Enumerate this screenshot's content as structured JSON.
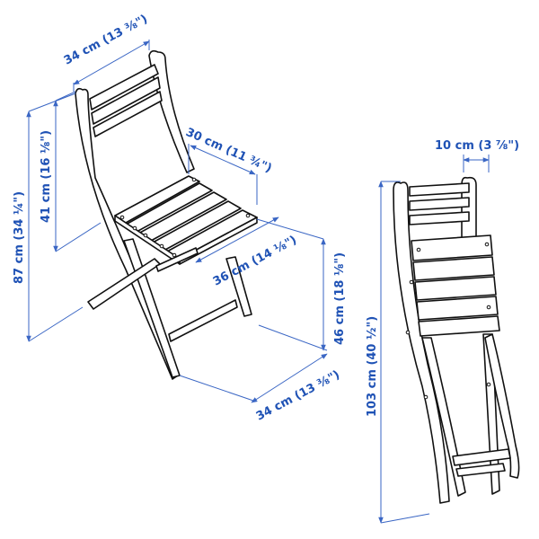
{
  "diagram": {
    "type": "product-dimension-drawing",
    "accent_color": "#1f52b5",
    "line_color": "#111111",
    "views": [
      {
        "name": "unfolded-chair",
        "dimensions": {
          "back_width": "34 cm (13 ⅜\")",
          "seat_width": "30 cm (11 ¾\")",
          "total_height": "87 cm (34 ¼\")",
          "backrest_height": "41 cm (16 ⅛\")",
          "seat_depth": "36 cm (14 ⅛\")",
          "seat_height": "46 cm (18 ⅛\")",
          "base_width": "34 cm (13 ⅜\")"
        }
      },
      {
        "name": "folded-chair",
        "dimensions": {
          "folded_depth": "10 cm (3 ⅞\")",
          "folded_height": "103 cm (40 ½\")"
        }
      }
    ]
  }
}
